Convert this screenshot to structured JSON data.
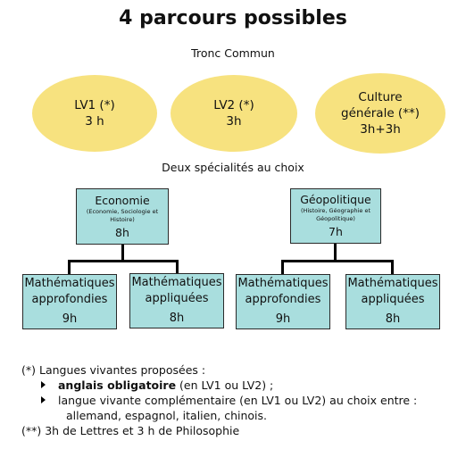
{
  "title": "4 parcours possibles",
  "tronc_commun": {
    "label": "Tronc Commun",
    "items": [
      {
        "lines": [
          "LV1 (*)",
          "3 h"
        ]
      },
      {
        "lines": [
          "LV2 (*)",
          "3h"
        ]
      },
      {
        "lines": [
          "Culture",
          "générale (**)",
          "3h+3h"
        ]
      }
    ]
  },
  "specialites": {
    "label": "Deux spécialités au choix",
    "groups": [
      {
        "name": "Economie",
        "details": "(Economie, Sociologie et Histoire)",
        "hours": "8h",
        "children": [
          {
            "name": "Mathématiques approfondies",
            "hours": "9h"
          },
          {
            "name": "Mathématiques appliquées",
            "hours": "8h"
          }
        ]
      },
      {
        "name": "Géopolitique",
        "details": "(Histoire, Géographie et Géopolitique)",
        "hours": "7h",
        "children": [
          {
            "name": "Mathématiques approfondies",
            "hours": "9h"
          },
          {
            "name": "Mathématiques appliquées",
            "hours": "8h"
          }
        ]
      }
    ]
  },
  "footnotes": {
    "langues_intro": "(*) Langues vivantes proposées :",
    "bullet1_bold": "anglais obligatoire",
    "bullet1_rest": " (en LV1 ou LV2) ;",
    "bullet2": "langue vivante complémentaire (en LV1 ou LV2) au choix entre :",
    "bullet2_list": "allemand, espagnol, italien, chinois.",
    "culture_note": "(**) 3h de Lettres et 3 h de Philosophie"
  }
}
